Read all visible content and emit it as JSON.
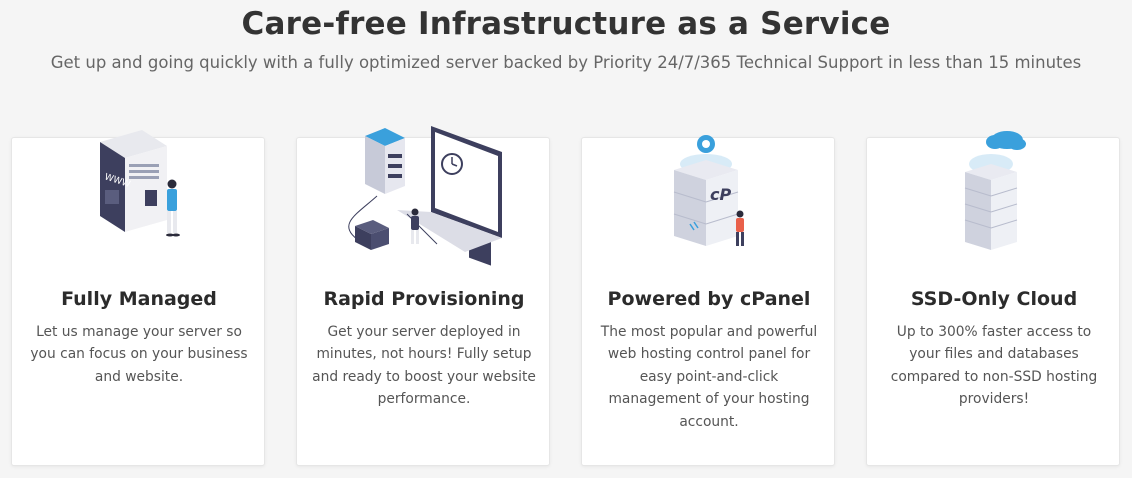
{
  "header": {
    "title": "Care-free Infrastructure as a Service",
    "subtitle": "Get up and going quickly with a fully optimized server backed by Priority 24/7/365 Technical Support in less than 15 minutes"
  },
  "cards": [
    {
      "title": "Fully Managed",
      "description": "Let us manage your server so you can focus on your business and website.",
      "illustration": "server-rack-with-person-icon",
      "label": "WWW"
    },
    {
      "title": "Rapid Provisioning",
      "description": "Get your server deployed in minutes, not hours! Fully setup and ready to boost your website performance.",
      "illustration": "laptop-deployment-icon"
    },
    {
      "title": "Powered by cPanel",
      "description": "The most popular and powerful web hosting control panel for easy point-and-click management of your hosting account.",
      "illustration": "cpanel-server-stack-icon",
      "label": "cP"
    },
    {
      "title": "SSD-Only Cloud",
      "description": "Up to 300% faster access to your files and databases compared to non-SSD hosting providers!",
      "illustration": "ssd-cloud-stack-icon"
    }
  ],
  "colors": {
    "background": "#f5f5f5",
    "card": "#ffffff",
    "accent_blue": "#3aa0dc",
    "navy": "#3d3f5e",
    "person_orange": "#e9604a"
  }
}
